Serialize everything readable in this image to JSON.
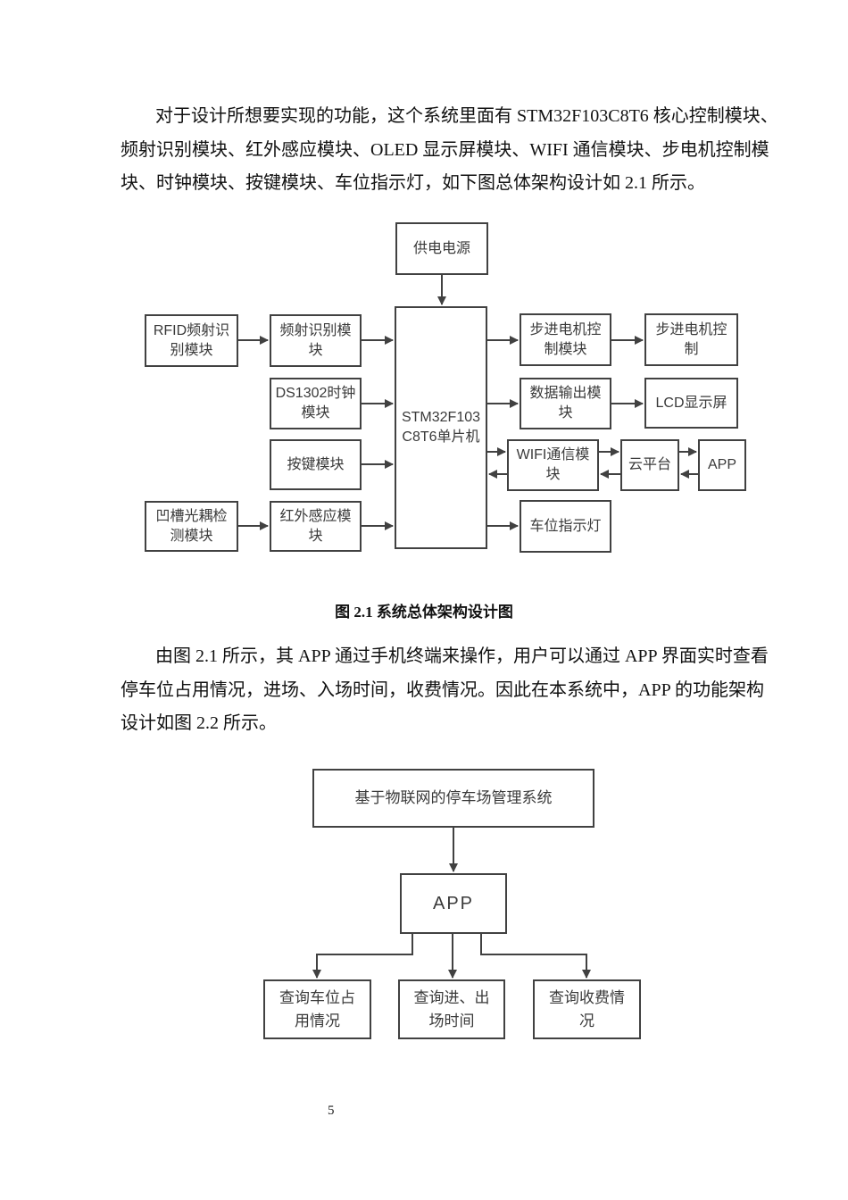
{
  "colors": {
    "box_border": "#414141",
    "diagram_text": "#3a3a3a",
    "body_text": "#111111"
  },
  "paragraph1": {
    "lines": [
      "对于设计所想要实现的功能，这个系统里面有 STM32F103C8T6 核心控制模块、",
      "频射识别模块、红外感应模块、OLED 显示屏模块、WIFI 通信模块、步电机控制模",
      "块、时钟模块、按键模块、车位指示灯，如下图总体架构设计如 2.1 所示。"
    ]
  },
  "figure1": {
    "caption": "图 2.1 系统总体架构设计图",
    "boxes": {
      "power": {
        "lines": [
          "供电电源"
        ]
      },
      "mcu": {
        "lines": [
          "STM32F103",
          "C8T6单片机"
        ]
      },
      "rfid": {
        "lines": [
          "RFID频射识",
          "别模块"
        ]
      },
      "rf_module": {
        "lines": [
          "频射识别模",
          "块"
        ]
      },
      "ds1302": {
        "lines": [
          "DS1302时钟",
          "模块"
        ]
      },
      "keypad": {
        "lines": [
          "按键模块"
        ]
      },
      "slot_coupler": {
        "lines": [
          "凹槽光耦检",
          "测模块"
        ]
      },
      "infrared": {
        "lines": [
          "红外感应模",
          "块"
        ]
      },
      "stepper_ctrl_module": {
        "lines": [
          "步进电机控",
          "制模块"
        ]
      },
      "stepper_ctrl": {
        "lines": [
          "步进电机控",
          "制"
        ]
      },
      "data_output": {
        "lines": [
          "数据输出模",
          "块"
        ]
      },
      "lcd": {
        "lines": [
          "LCD显示屏"
        ]
      },
      "wifi": {
        "lines": [
          "WIFI通信模",
          "块"
        ]
      },
      "cloud": {
        "lines": [
          "云平台"
        ]
      },
      "app": {
        "lines": [
          "APP"
        ]
      },
      "indicator": {
        "lines": [
          "车位指示灯"
        ]
      }
    },
    "connections": [
      "供电电源 → STM32F103C8T6单片机",
      "RFID频射识别模块 → 频射识别模块",
      "频射识别模块 → STM32F103C8T6单片机",
      "DS1302时钟模块 → STM32F103C8T6单片机",
      "按键模块 → STM32F103C8T6单片机",
      "凹槽光耦检测模块 → 红外感应模块",
      "红外感应模块 → STM32F103C8T6单片机",
      "STM32F103C8T6单片机 → 步进电机控制模块",
      "步进电机控制模块 → 步进电机控制",
      "STM32F103C8T6单片机 → 数据输出模块",
      "数据输出模块 → LCD显示屏",
      "STM32F103C8T6单片机 ↔ WIFI通信模块",
      "WIFI通信模块 ↔ 云平台",
      "云平台 ↔ APP",
      "STM32F103C8T6单片机 → 车位指示灯"
    ]
  },
  "paragraph2": {
    "lines": [
      "由图 2.1 所示，其 APP 通过手机终端来操作，用户可以通过 APP 界面实时查看",
      "停车位占用情况，进场、入场时间，收费情况。因此在本系统中，APP 的功能架构",
      "设计如图 2.2 所示。"
    ]
  },
  "figure2": {
    "boxes": {
      "root": {
        "lines": [
          "基于物联网的停车场管理系统"
        ]
      },
      "app": {
        "lines": [
          "APP"
        ]
      },
      "query_parking": {
        "lines": [
          "查询车位占",
          "用情况"
        ]
      },
      "query_time": {
        "lines": [
          "查询进、出",
          "场时间"
        ]
      },
      "query_fee": {
        "lines": [
          "查询收费情",
          "况"
        ]
      }
    },
    "connections": [
      "基于物联网的停车场管理系统 → APP",
      "APP → 查询车位占用情况",
      "APP → 查询进、出场时间",
      "APP → 查询收费情况"
    ]
  },
  "page_footer": {
    "page_number": "5"
  }
}
